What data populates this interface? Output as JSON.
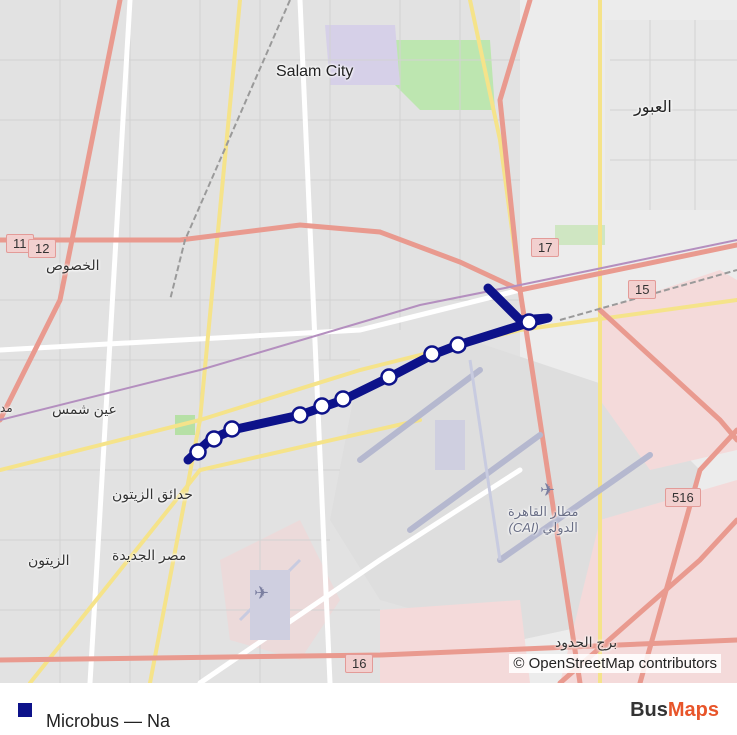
{
  "map": {
    "places": {
      "salam_city": "Salam City",
      "obour": "العبور",
      "khusus": "الخصوص",
      "ain_shams": "عين شمس",
      "hadaiq_zaitoun": "حدائق الزيتون",
      "zaitoun": "الزيتون",
      "masr_gedida": "مصر الجديدة",
      "borg_hodood": "برج الحدود",
      "edge_label": "مد"
    },
    "airport": {
      "name_ar_line1": "مطار القاهرة",
      "name_ar_line2": "الدولي",
      "code": "(CAI)",
      "icon": "airplane-icon"
    },
    "road_shields": [
      "11",
      "12",
      "17",
      "15",
      "516",
      "16"
    ],
    "attribution": "© OpenStreetMap contributors"
  },
  "legend": {
    "route_label": "Microbus — Na",
    "route_color": "#0d128a"
  },
  "brand": {
    "part1": "Bus",
    "part2": "Maps",
    "color_accent": "#e8552a"
  }
}
